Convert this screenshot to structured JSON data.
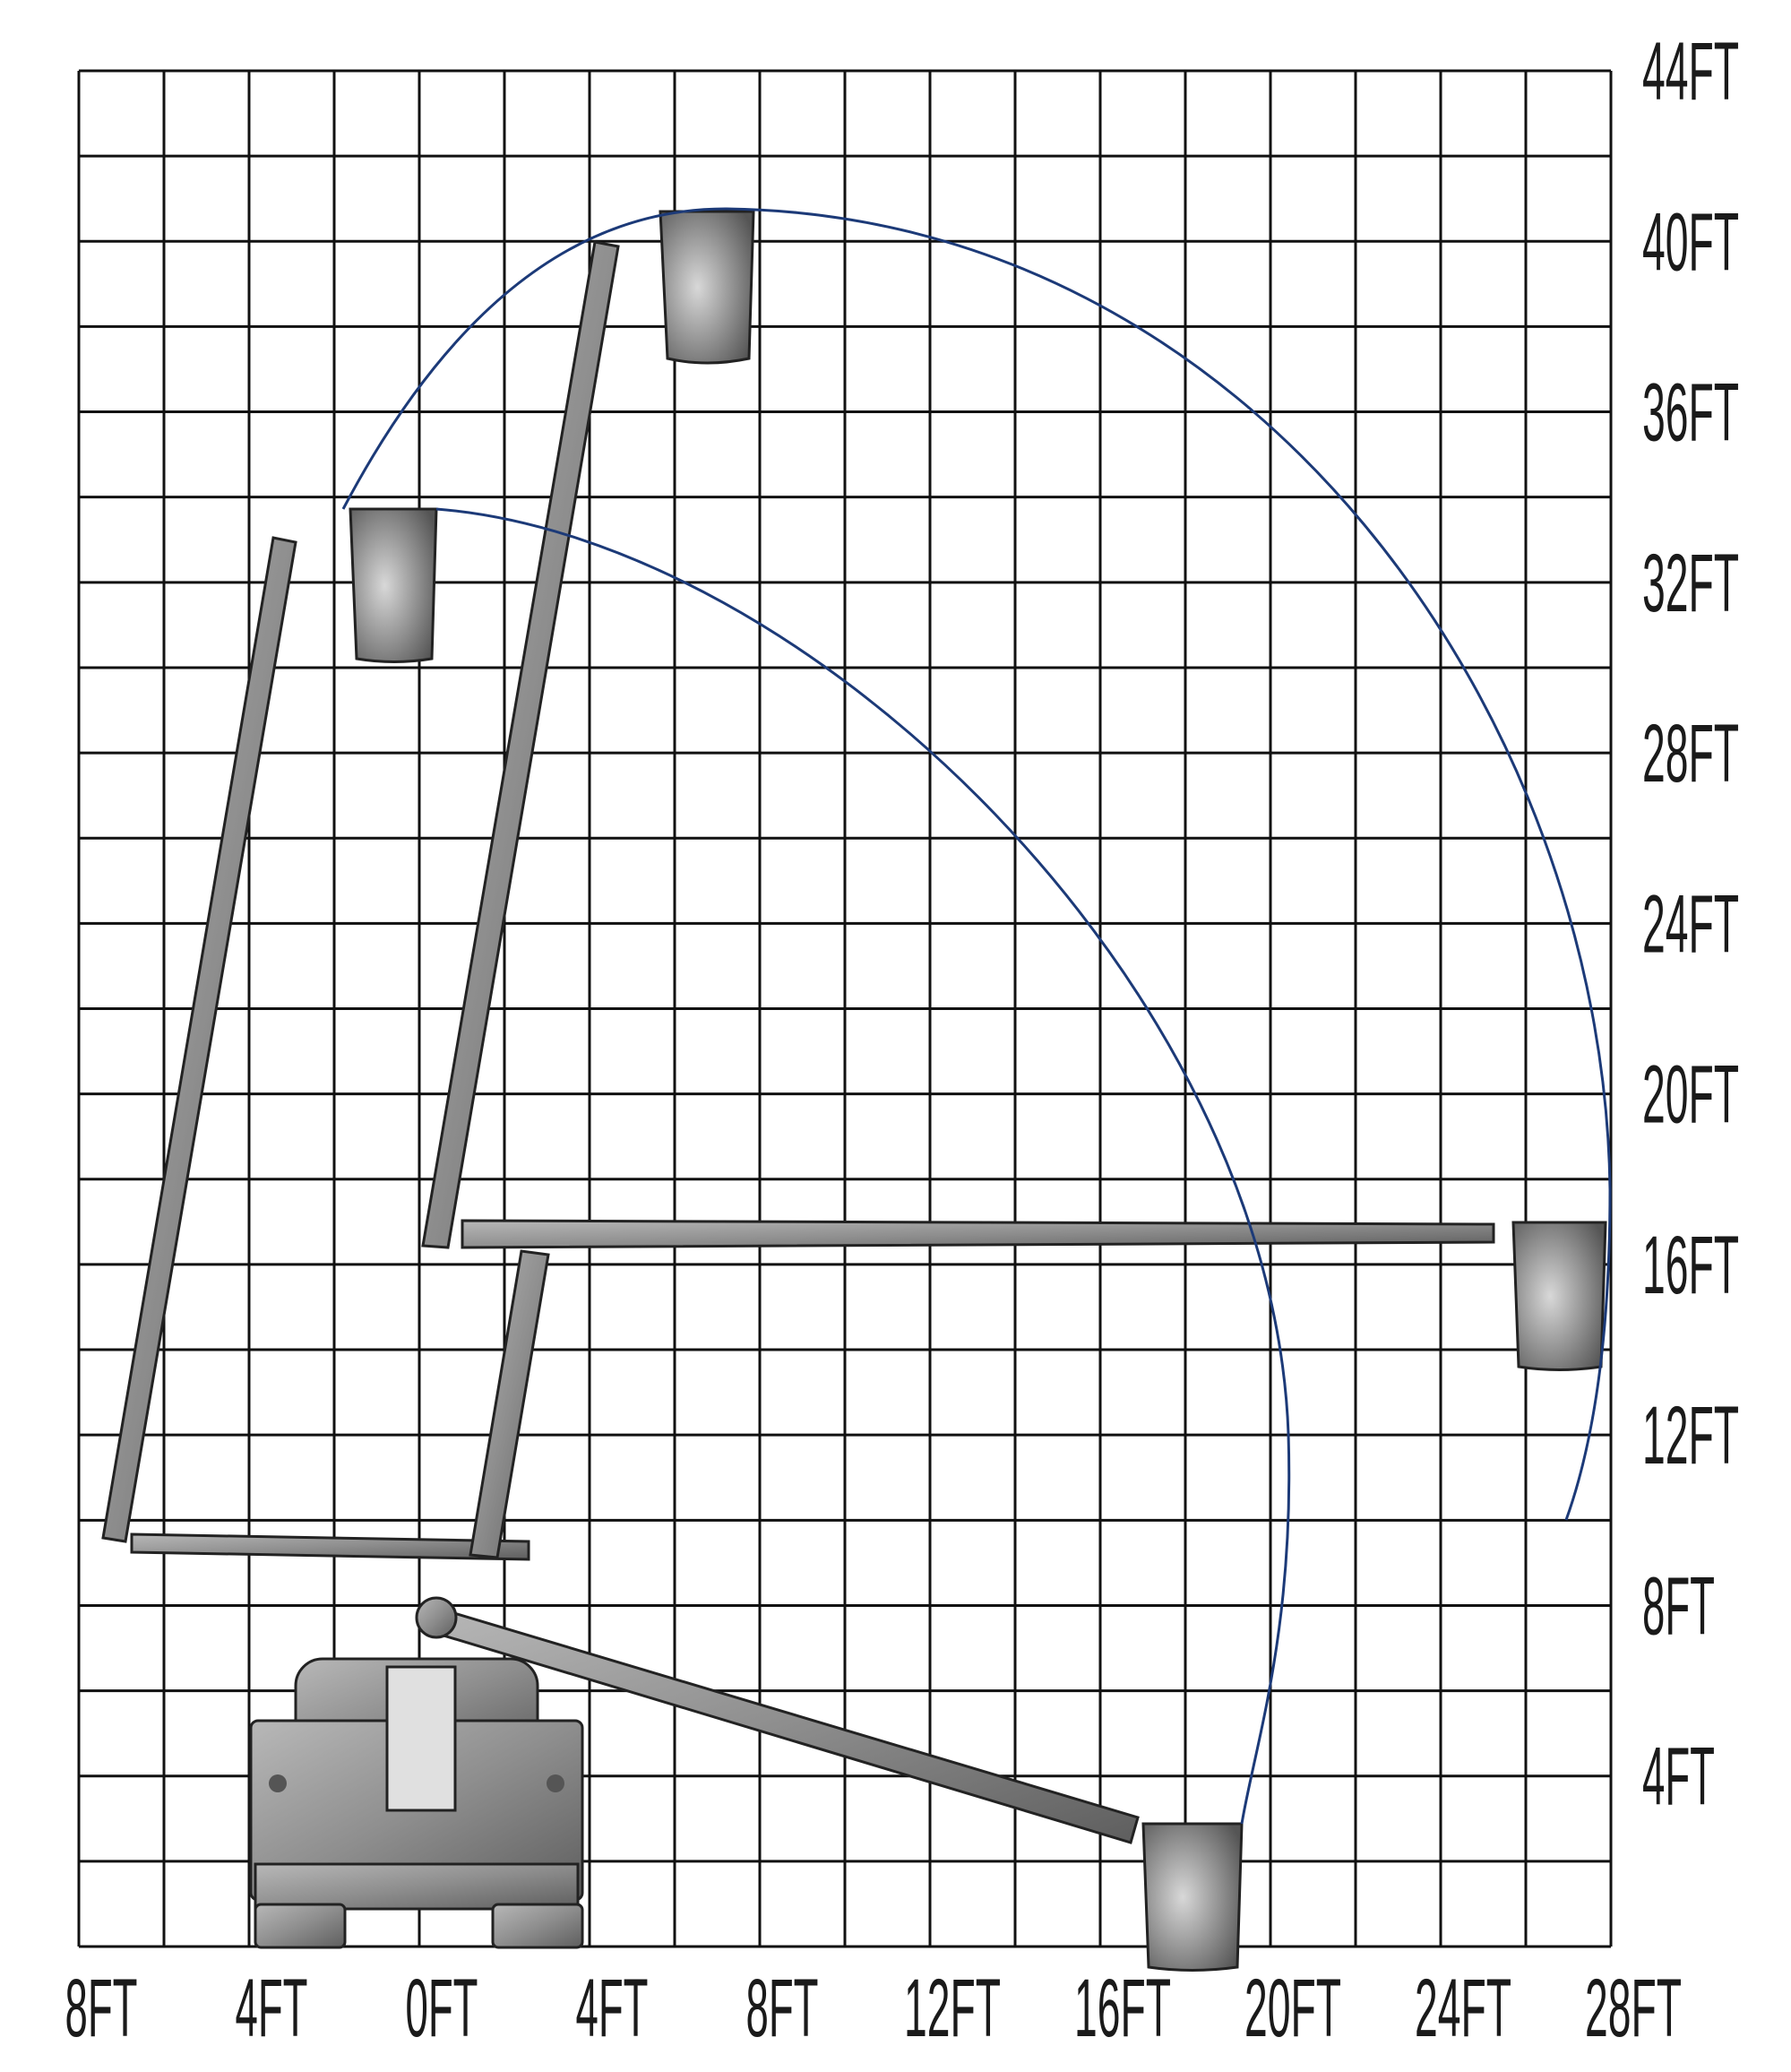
{
  "chart_data": {
    "type": "working-range-diagram",
    "x_axis": {
      "unit": "FT",
      "range": [
        -8,
        28
      ],
      "grid_step": 2,
      "tick_labels": [
        "8FT",
        "4FT",
        "0FT",
        "4FT",
        "8FT",
        "12FT",
        "16FT",
        "20FT",
        "24FT",
        "28FT"
      ]
    },
    "y_axis": {
      "unit": "FT",
      "range": [
        0,
        44
      ],
      "grid_step": 2,
      "tick_labels": [
        {
          "value": 44,
          "label": "44FT"
        },
        {
          "value": 40,
          "label": "40FT"
        },
        {
          "value": 36,
          "label": "36FT"
        },
        {
          "value": 32,
          "label": "32FT"
        },
        {
          "value": 28,
          "label": "28FT"
        },
        {
          "value": 24,
          "label": "24FT"
        },
        {
          "value": 20,
          "label": "20FT"
        },
        {
          "value": 16,
          "label": "16FT"
        },
        {
          "value": 12,
          "label": "12FT"
        },
        {
          "value": 8,
          "label": "8FT"
        },
        {
          "value": 4,
          "label": "4FT"
        }
      ]
    },
    "max_platform_height_ft": 41,
    "max_side_reach_ft": 27,
    "colors": {
      "reach_curve": "#1c3a78",
      "equipment": "#8a8a8a",
      "grid": "#111111"
    }
  }
}
